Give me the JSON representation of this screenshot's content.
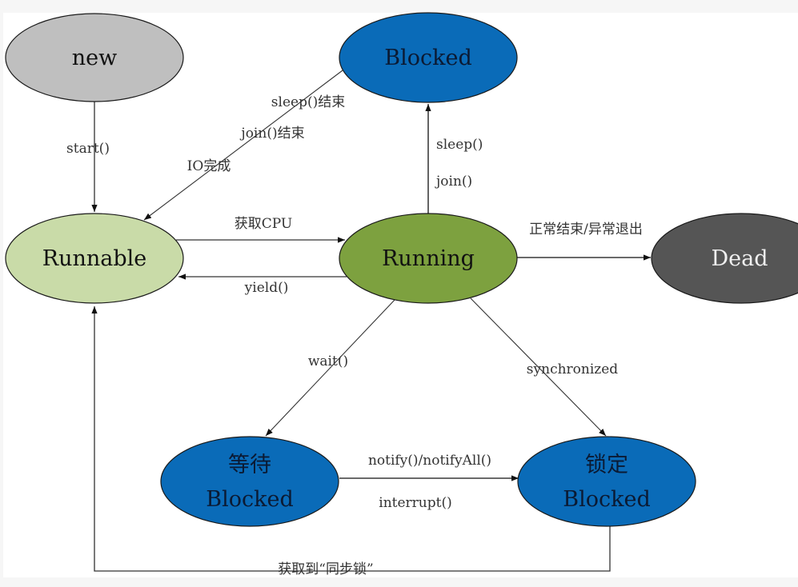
{
  "title": "Java thread state diagram",
  "colors": {
    "background": "#f6f6f6",
    "panel": "#ffffff",
    "edge": "#333333",
    "ellipse_stroke": "#1a1a1a"
  },
  "nodes": [
    {
      "id": "new",
      "lines": [
        "new"
      ],
      "fill": "#bfbfbf",
      "text_color": "#111111"
    },
    {
      "id": "blocked-top",
      "lines": [
        "Blocked"
      ],
      "fill": "#0a6bb8",
      "text_color": "#0b1a33"
    },
    {
      "id": "runnable",
      "lines": [
        "Runnable"
      ],
      "fill": "#c9dba8",
      "text_color": "#111111"
    },
    {
      "id": "running",
      "lines": [
        "Running"
      ],
      "fill": "#7da13f",
      "text_color": "#111111"
    },
    {
      "id": "dead",
      "lines": [
        "Dead"
      ],
      "fill": "#555555",
      "text_color": "#f0f0f0"
    },
    {
      "id": "waiting-blocked",
      "lines": [
        "等待",
        "Blocked"
      ],
      "fill": "#0a6bb8",
      "text_color": "#0b1a33"
    },
    {
      "id": "lock-blocked",
      "lines": [
        "锁定",
        "Blocked"
      ],
      "fill": "#0a6bb8",
      "text_color": "#0b1a33"
    }
  ],
  "edges": [
    {
      "id": "new-to-runnable",
      "from": "new",
      "to": "runnable",
      "labels": [
        "start()"
      ]
    },
    {
      "id": "blocked-to-runnable",
      "from": "blocked-top",
      "to": "runnable",
      "labels": [
        "sleep()结束",
        "join()结束",
        "IO完成"
      ]
    },
    {
      "id": "runnable-to-running",
      "from": "runnable",
      "to": "running",
      "labels": [
        "获取CPU"
      ]
    },
    {
      "id": "running-to-runnable",
      "from": "running",
      "to": "runnable",
      "labels": [
        "yield()"
      ]
    },
    {
      "id": "running-to-blocked",
      "from": "running",
      "to": "blocked-top",
      "labels": [
        "sleep()",
        "join()"
      ]
    },
    {
      "id": "running-to-dead",
      "from": "running",
      "to": "dead",
      "labels": [
        "正常结束/异常退出"
      ]
    },
    {
      "id": "running-to-waiting",
      "from": "running",
      "to": "waiting-blocked",
      "labels": [
        "wait()"
      ]
    },
    {
      "id": "running-to-lock",
      "from": "running",
      "to": "lock-blocked",
      "labels": [
        "synchronized"
      ]
    },
    {
      "id": "waiting-to-lock",
      "from": "waiting-blocked",
      "to": "lock-blocked",
      "labels": [
        "notify()/notifyAll()",
        "interrupt()"
      ]
    },
    {
      "id": "lock-to-runnable",
      "from": "lock-blocked",
      "to": "runnable",
      "labels": [
        "获取到“同步锁”"
      ]
    }
  ]
}
